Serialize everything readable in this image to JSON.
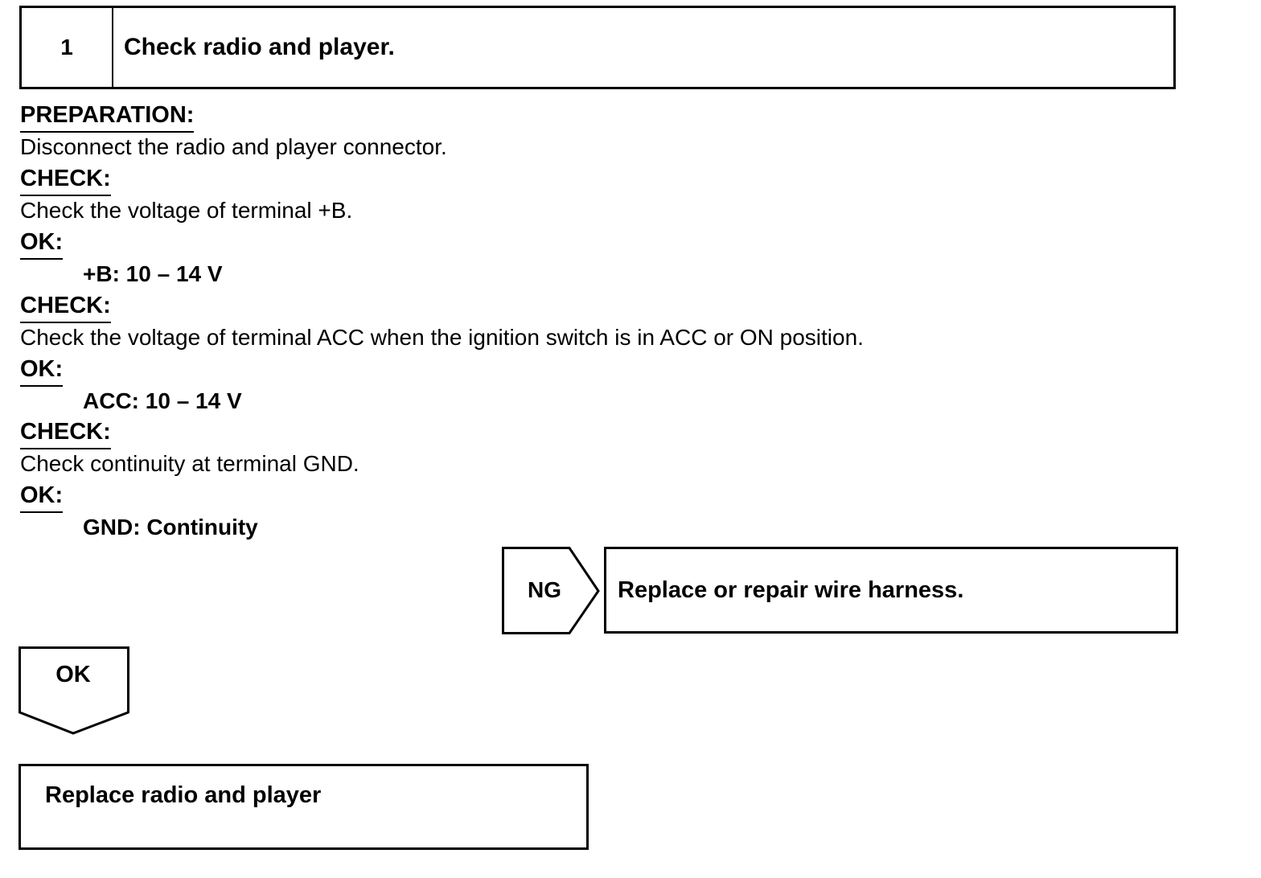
{
  "step": {
    "number": "1",
    "title": "Check radio and player."
  },
  "preparation": {
    "label": "PREPARATION:",
    "text": "Disconnect the radio and player connector."
  },
  "checks": [
    {
      "label": "CHECK:",
      "text": "Check the voltage of terminal +B.",
      "ok_label": "OK:",
      "ok_value": "+B: 10 – 14 V"
    },
    {
      "label": "CHECK:",
      "text": "Check the voltage of terminal ACC when the ignition switch is in ACC or ON position.",
      "ok_label": "OK:",
      "ok_value": "ACC: 10 – 14 V"
    },
    {
      "label": "CHECK:",
      "text": "Check continuity at terminal GND.",
      "ok_label": "OK:",
      "ok_value": "GND: Continuity"
    }
  ],
  "ng_branch": {
    "label": "NG",
    "result": "Replace or repair wire harness."
  },
  "ok_branch": {
    "label": "OK",
    "result": "Replace radio and player"
  }
}
